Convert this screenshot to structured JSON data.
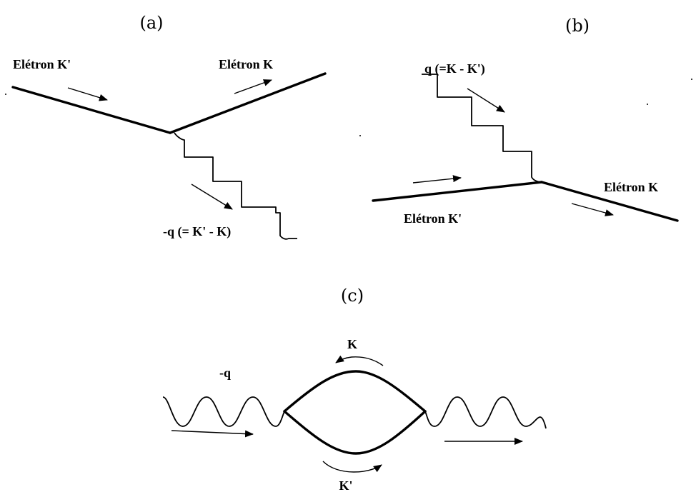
{
  "panels": {
    "a": {
      "label": "(a)",
      "incoming_electron": "Elétron K'",
      "outgoing_electron": "Elétron K",
      "phonon": "-q (= K' - K)"
    },
    "b": {
      "label": "(b)",
      "phonon": "q (=K - K')",
      "incoming_electron": "Elétron K'",
      "outgoing_electron": "Elétron K"
    },
    "c": {
      "label": "(c)",
      "phonon": "-q",
      "upper_electron": "K",
      "lower_electron": "K'"
    }
  }
}
